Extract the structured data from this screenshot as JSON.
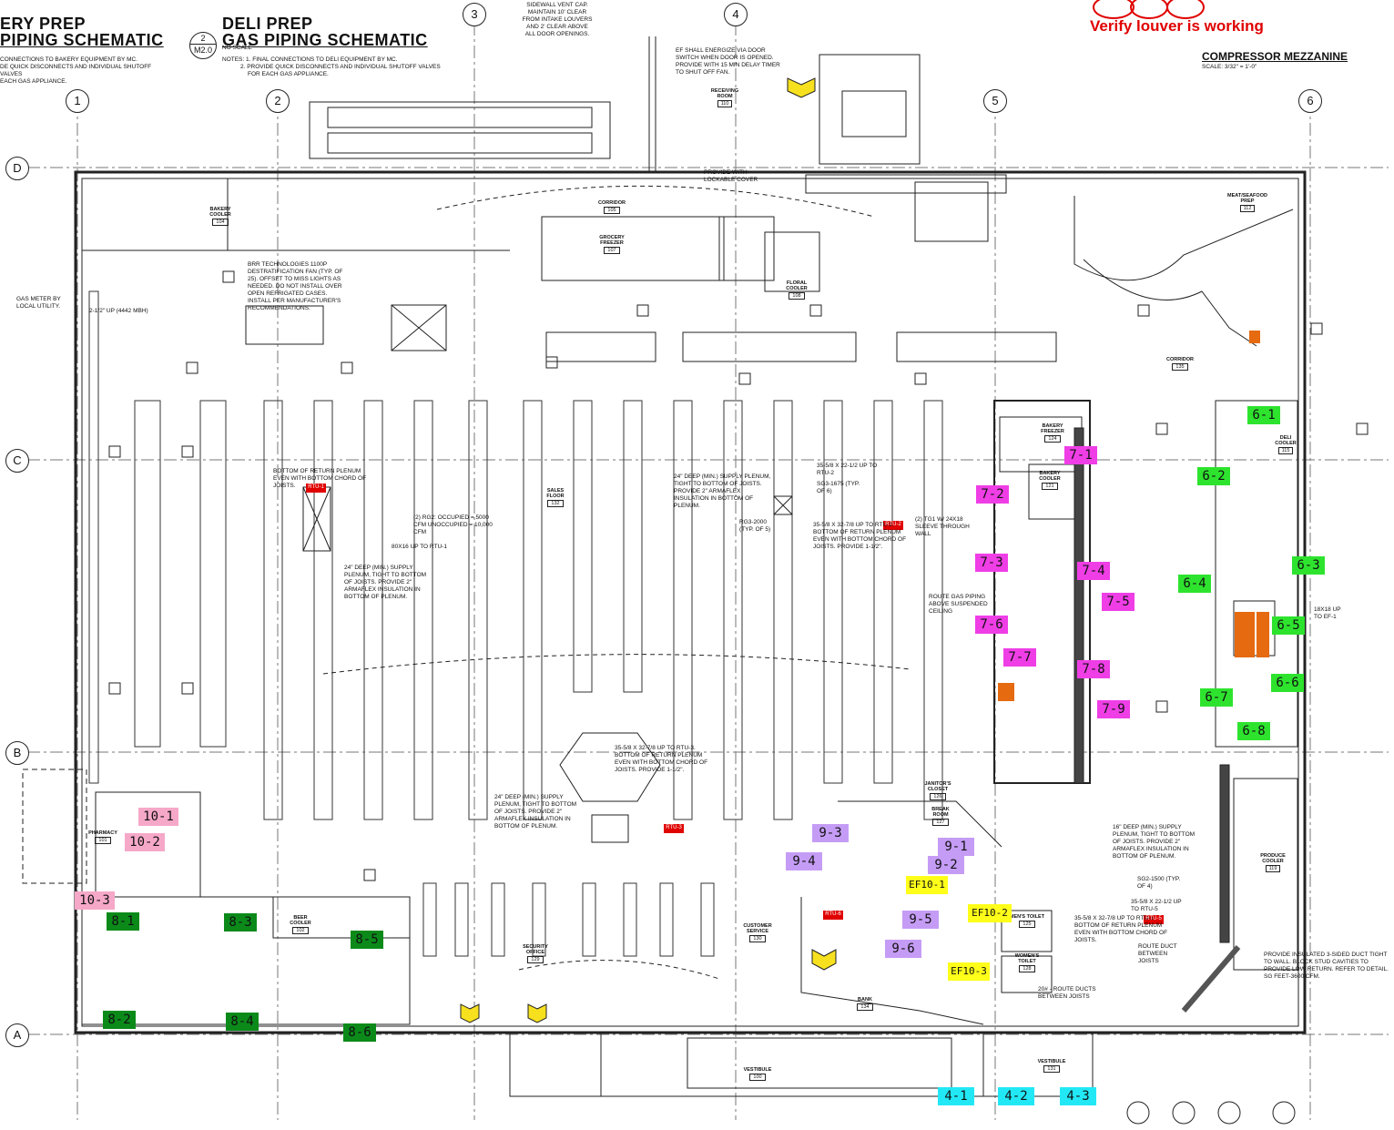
{
  "titles": {
    "bakery_title_1": "ERY PREP",
    "bakery_title_2": "PIPING SCHEMATIC",
    "bakery_notes": [
      "CONNECTIONS TO BAKERY EQUIPMENT BY MC.",
      "DE QUICK DISCONNECTS AND INDIVIDUAL SHUTOFF VALVES",
      "EACH GAS APPLIANCE."
    ],
    "deli_ref_num": "2",
    "deli_ref_sheet": "M2.0",
    "deli_title_1": "DELI PREP",
    "deli_title_2": "GAS PIPING SCHEMATIC",
    "deli_scale": "NO SCALE",
    "deli_notes": [
      "NOTES: 1. FINAL CONNECTIONS TO DELI EQUIPMENT BY MC.",
      "2. PROVIDE QUICK DISCONNECTS AND INDIVIDUAL SHUTOFF VALVES",
      "FOR EACH GAS APPLIANCE."
    ],
    "compressor_title": "COMPRESSOR MEZZANINE",
    "compressor_scale": "SCALE: 3/32\" = 1'-0\"",
    "verify_note": "Verify louver is working"
  },
  "grid": {
    "columns": [
      "1",
      "2",
      "3",
      "4",
      "5",
      "6"
    ],
    "rows": [
      "D",
      "C",
      "B",
      "A"
    ]
  },
  "rooms": [
    {
      "name": "BAKERY COOLER",
      "num": "104"
    },
    {
      "name": "CORRIDOR",
      "num": "105"
    },
    {
      "name": "GROCERY FREEZER",
      "num": "107"
    },
    {
      "name": "RECEIVING ROOM",
      "num": "110"
    },
    {
      "name": "FLORAL COOLER",
      "num": "108"
    },
    {
      "name": "SALES FLOOR",
      "num": "132"
    },
    {
      "name": "BAKERY FREEZER",
      "num": "124"
    },
    {
      "name": "BAKERY COOLER",
      "num": "121"
    },
    {
      "name": "MEAT/SEAFOOD PREP",
      "num": "112"
    },
    {
      "name": "CORRIDOR",
      "num": "135"
    },
    {
      "name": "DELI COOLER",
      "num": "115"
    },
    {
      "name": "JANITOR'S CLOSET",
      "num": "126"
    },
    {
      "name": "BREAK ROOM",
      "num": "127"
    },
    {
      "name": "PRODUCE COOLER",
      "num": "119"
    },
    {
      "name": "MEN'S TOILET",
      "num": "125"
    },
    {
      "name": "WOMEN'S TOILET",
      "num": "128"
    },
    {
      "name": "BEER COOLER",
      "num": "102"
    },
    {
      "name": "SECURITY OFFICE",
      "num": "129"
    },
    {
      "name": "CUSTOMER SERVICE",
      "num": "130"
    },
    {
      "name": "VESTIBULE",
      "num": "100"
    },
    {
      "name": "VESTIBULE",
      "num": "131"
    },
    {
      "name": "BANK",
      "num": "134"
    },
    {
      "name": "PHARMACY",
      "num": "101"
    }
  ],
  "notes": {
    "gas_meter": "GAS METER BY LOCAL UTILITY.",
    "gas_up": "2-1/2\" UP (4442 MBH)",
    "destrat": "BRR TECHNOLOGIES 1100P DESTRATIFICATION FAN (TYP. OF 25). OFFSET TO MISS LIGHTS AS NEEDED. DO NOT INSTALL OVER OPEN REFRIGATED CASES. INSTALL PER MANUFACTURER'S RECOMMENDATIONS.",
    "sidewall": "SIDEWALL VENT CAP. MAINTAIN 10' CLEAR FROM INTAKE LOUVERS AND 2' CLEAR ABOVE ALL DOOR OPENINGS.",
    "ef_energize": "EF SHALL ENERGIZE VIA DOOR SWITCH WHEN DOOR IS OPENED. PROVIDE WITH 15 MIN DELAY TIMER TO SHUT OFF FAN.",
    "lockable": "PROVIDE WITH LOCKABLE COVER",
    "plenum_rtu1": "BOTTOM OF RETURN PLENUM EVEN WITH BOTTOM CHORD OF JOISTS.",
    "plenum_deep": "24\" DEEP (MIN.) SUPPLY PLENUM, TIGHT TO BOTTOM OF JOISTS. PROVIDE 2\" ARMAFLEX INSULATION IN BOTTOM OF PLENUM.",
    "rg2": "(2) RG2: OCCUPIED = 5000 CFM UNOCCUPIED = 10,000 CFM",
    "up_rtu1": "80X16 UP TO RTU-1",
    "rtu2_up": "35-5/8 X 22-1/2 UP TO RTU-2",
    "sg3": "SG3-1675 (TYP. OF 6)",
    "rg3": "RG3-2000 (TYP. OF 5)",
    "rtu2_return": "35-5/8 X 32-7/8 UP TO RTU-2. BOTTOM OF RETURN PLENUM EVEN WITH BOTTOM CHORD OF JOISTS. PROVIDE 1-1/2\".",
    "sleeve": "(2) TG1 W/ 24X18 SLEEVE THROUGH WALL",
    "route_gas": "ROUTE GAS PIPING ABOVE SUSPENDED CEILING",
    "rtu3": "35-5/8 X 32-7/8 UP TO RTU-3. BOTTOM OF RETURN PLENUM EVEN WITH BOTTOM CHORD OF JOISTS. PROVIDE 1-1/2\".",
    "insulated_duct": "PROVIDE INSULATED 3-SIDED DUCT TIGHT TO WALL. BLOCK STUD CAVITIES TO PROVIDE LOW RETURN. REFER TO DETAIL. SG FEET-3600 CFM.",
    "route_duct": "ROUTE DUCT BETWEEN JOISTS",
    "rtu5": "35-5/8 X 22-1/2 UP TO RTU-5",
    "sg2": "SG2-1500 (TYP. OF 4)",
    "supply_plenum_16": "16\" DEEP (MIN.) SUPPLY PLENUM, TIGHT TO BOTTOM OF JOISTS. PROVIDE 2\" ARMAFLEX INSULATION IN BOTTOM OF PLENUM.",
    "rtu5_return": "35-5/8 X 32-7/8 UP TO RTU-5 BOTTOM OF RETURN PLENUM EVEN WITH BOTTOM CHORD OF JOISTS.",
    "twenty_route": "20# - ROUTE DUCTS BETWEEN JOISTS",
    "eighteen_up_ef1": "18X18 UP TO EF-1"
  },
  "rtu_labels": [
    {
      "text": "RTU-1"
    },
    {
      "text": "RTU-2"
    },
    {
      "text": "RTU-3"
    },
    {
      "text": "RTU-5"
    },
    {
      "text": "RTU-6"
    }
  ],
  "zone_tags": [
    {
      "text": "10-1",
      "color": "#f6a8c8"
    },
    {
      "text": "10-2",
      "color": "#f6a8c8"
    },
    {
      "text": "10-3",
      "color": "#f6a8c8"
    },
    {
      "text": "8-1",
      "color": "#0b8a1a"
    },
    {
      "text": "8-2",
      "color": "#0b8a1a"
    },
    {
      "text": "8-3",
      "color": "#0b8a1a"
    },
    {
      "text": "8-4",
      "color": "#0b8a1a"
    },
    {
      "text": "8-5",
      "color": "#0b8a1a"
    },
    {
      "text": "8-6",
      "color": "#0b8a1a"
    },
    {
      "text": "7-1",
      "color": "#ef3ee6"
    },
    {
      "text": "7-2",
      "color": "#ef3ee6"
    },
    {
      "text": "7-3",
      "color": "#ef3ee6"
    },
    {
      "text": "7-4",
      "color": "#ef3ee6"
    },
    {
      "text": "7-5",
      "color": "#ef3ee6"
    },
    {
      "text": "7-6",
      "color": "#ef3ee6"
    },
    {
      "text": "7-7",
      "color": "#ef3ee6"
    },
    {
      "text": "7-8",
      "color": "#ef3ee6"
    },
    {
      "text": "7-9",
      "color": "#ef3ee6"
    },
    {
      "text": "6-1",
      "color": "#2ee32e"
    },
    {
      "text": "6-2",
      "color": "#2ee32e"
    },
    {
      "text": "6-3",
      "color": "#2ee32e"
    },
    {
      "text": "6-4",
      "color": "#2ee32e"
    },
    {
      "text": "6-5",
      "color": "#2ee32e"
    },
    {
      "text": "6-6",
      "color": "#2ee32e"
    },
    {
      "text": "6-7",
      "color": "#2ee32e"
    },
    {
      "text": "6-8",
      "color": "#2ee32e"
    },
    {
      "text": "9-1",
      "color": "#c59cf5"
    },
    {
      "text": "9-2",
      "color": "#c59cf5"
    },
    {
      "text": "9-3",
      "color": "#c59cf5"
    },
    {
      "text": "9-4",
      "color": "#c59cf5"
    },
    {
      "text": "9-5",
      "color": "#c59cf5"
    },
    {
      "text": "9-6",
      "color": "#c59cf5"
    },
    {
      "text": "EF10-1",
      "color": "#ffff1a"
    },
    {
      "text": "EF10-2",
      "color": "#ffff1a"
    },
    {
      "text": "EF10-3",
      "color": "#ffff1a"
    },
    {
      "text": "4-1",
      "color": "#22e8f5"
    },
    {
      "text": "4-2",
      "color": "#22e8f5"
    },
    {
      "text": "4-3",
      "color": "#22e8f5"
    }
  ]
}
